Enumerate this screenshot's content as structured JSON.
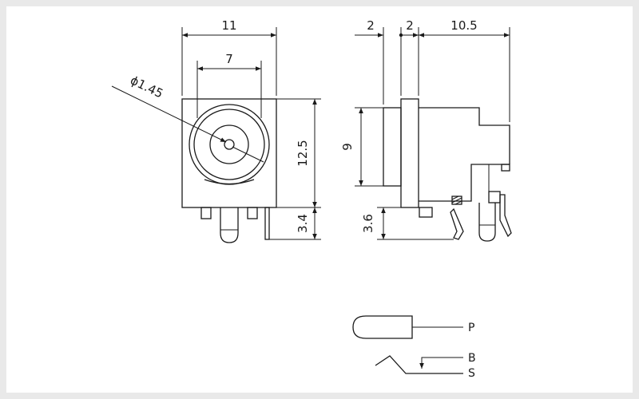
{
  "front_view": {
    "dim_width": "11",
    "dim_inner_width": "7",
    "dim_pin_diameter": "ϕ1.45",
    "dim_height": "12.5",
    "dim_pin_height": "3.4"
  },
  "side_view": {
    "dim_left": "2",
    "dim_mid": "2",
    "dim_right": "10.5",
    "dim_body_height": "9",
    "dim_pin_height": "3.6"
  },
  "schematic": {
    "label_p": "P",
    "label_b": "B",
    "label_s": "S"
  }
}
